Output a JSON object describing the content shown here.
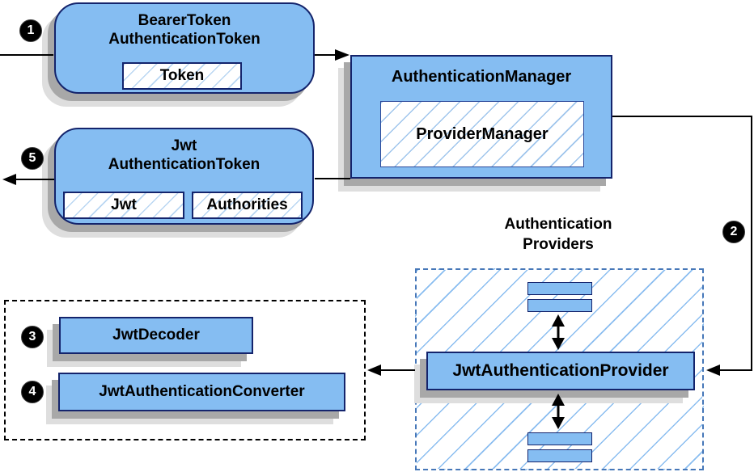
{
  "diagram": {
    "bearer_token_box": {
      "title_line1": "BearerToken",
      "title_line2": "AuthenticationToken",
      "field": "Token"
    },
    "jwt_token_box": {
      "title_line1": "Jwt",
      "title_line2": "AuthenticationToken",
      "fields": [
        "Jwt",
        "Authorities"
      ]
    },
    "auth_manager_box": {
      "title": "AuthenticationManager",
      "inner": "ProviderManager"
    },
    "providers_label": {
      "line1": "Authentication",
      "line2": "Providers"
    },
    "jwt_auth_provider_label": "JwtAuthenticationProvider",
    "jwt_decoder_label": "JwtDecoder",
    "jwt_auth_converter_label": "JwtAuthenticationConverter",
    "badges": {
      "step1": "1",
      "step2": "2",
      "step3": "3",
      "step4": "4",
      "step5": "5"
    },
    "colors": {
      "box_fill": "#85bdf2",
      "box_border": "#14246c",
      "hatch_line": "#9fc5ec",
      "providers_dashed_border": "#4677b8",
      "decoder_dotted_border": "#000000",
      "arrow": "#000000",
      "shadow_dark": "#a8a8a8",
      "shadow_light": "#dedede",
      "badge_bg": "#000000",
      "badge_text": "#ffffff"
    }
  }
}
